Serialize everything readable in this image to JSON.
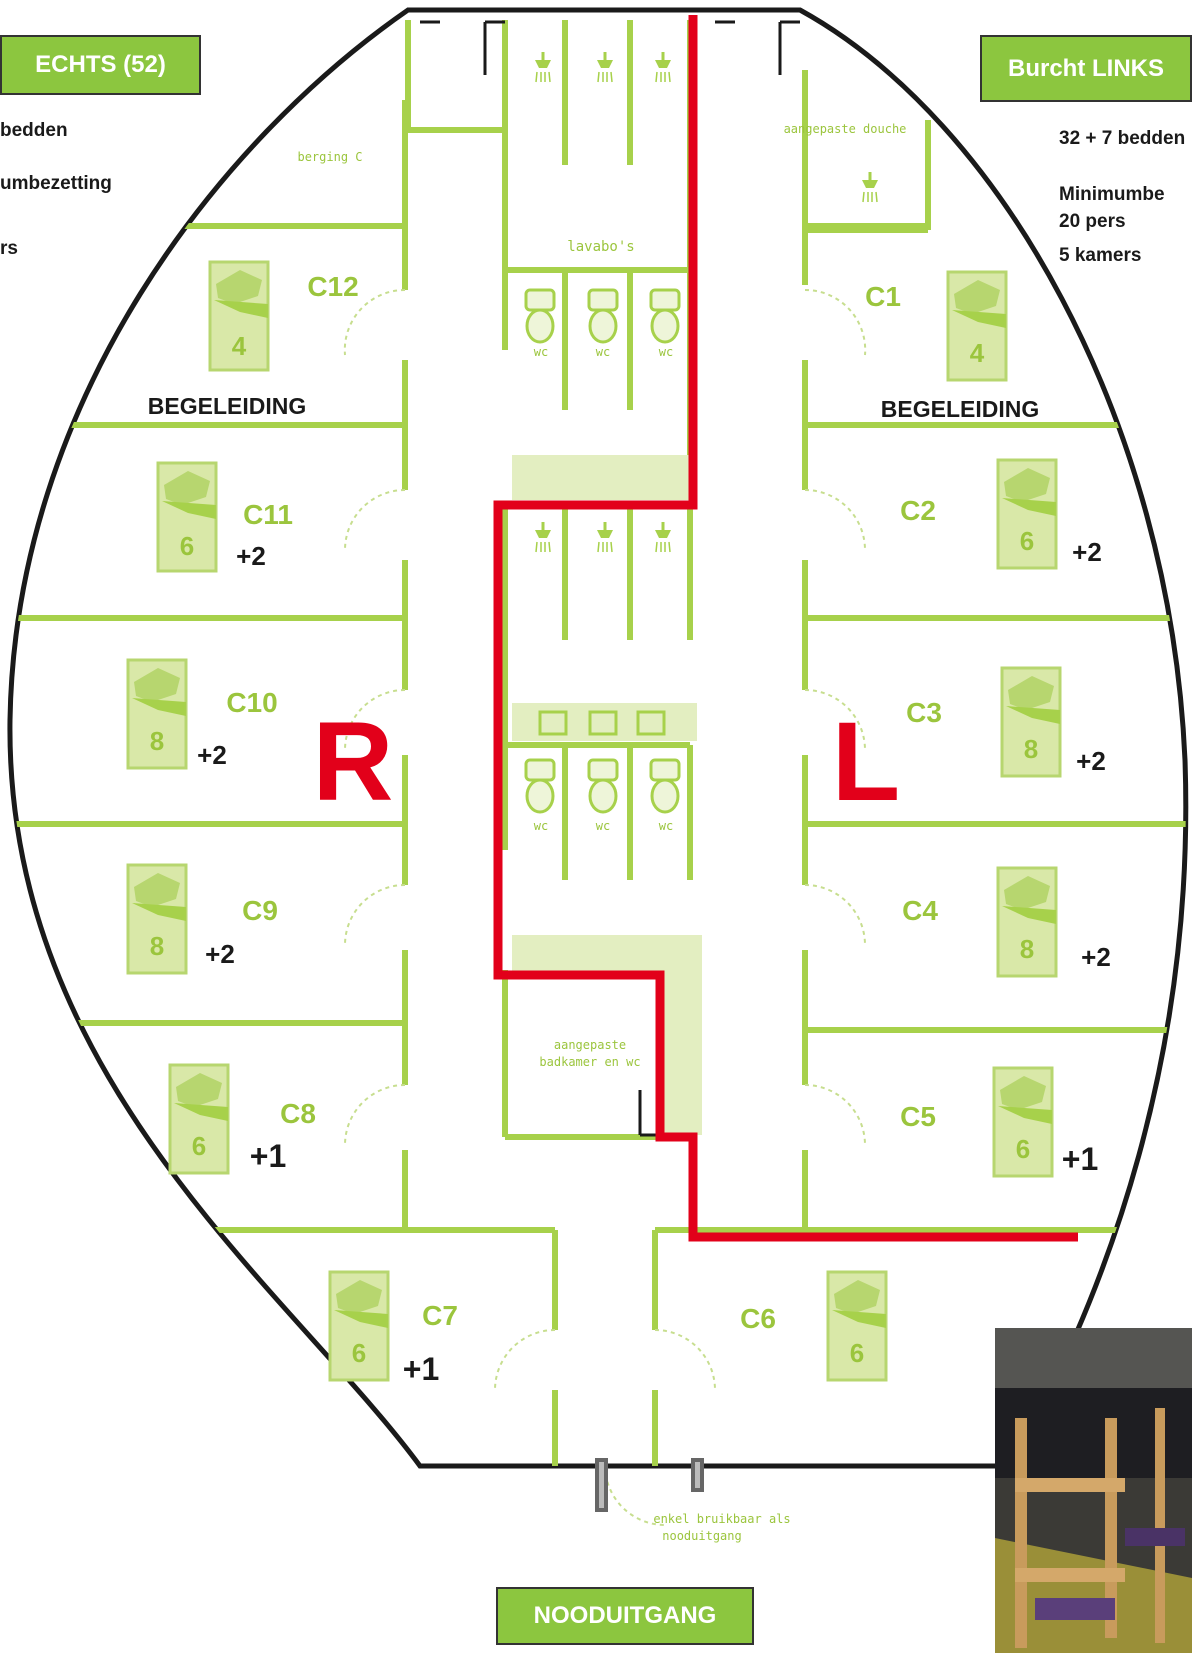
{
  "title_left_box": "ECHTS (52)",
  "title_right_box": "Burcht LINKS",
  "emergency_box": "NOODUITGANG",
  "left_info": [
    "bedden",
    "umbezetting",
    "rs"
  ],
  "right_info": [
    "32 + 7 bedden",
    "Minimumbe",
    "20 pers",
    "5 kamers"
  ],
  "side_letters": {
    "right_wing": "R",
    "left_wing": "L"
  },
  "facility_labels": {
    "storage": "berging C",
    "adapted_shower": "aangepaste douche",
    "sinks": "lavabo's",
    "wc": "wc",
    "adapted_bathroom_line1": "aangepaste",
    "adapted_bathroom_line2": "badkamer en wc",
    "emergency_note_line1": "enkel bruikbaar als",
    "emergency_note_line2": "nooduitgang"
  },
  "supervision_label": "BEGELEIDING",
  "rooms": [
    {
      "id": "C12",
      "beds": "4",
      "extra": ""
    },
    {
      "id": "C11",
      "beds": "6",
      "extra": "+2"
    },
    {
      "id": "C10",
      "beds": "8",
      "extra": "+2"
    },
    {
      "id": "C9",
      "beds": "8",
      "extra": "+2"
    },
    {
      "id": "C8",
      "beds": "6",
      "extra": "+1"
    },
    {
      "id": "C7",
      "beds": "6",
      "extra": "+1"
    },
    {
      "id": "C1",
      "beds": "4",
      "extra": ""
    },
    {
      "id": "C2",
      "beds": "6",
      "extra": "+2"
    },
    {
      "id": "C3",
      "beds": "8",
      "extra": "+2"
    },
    {
      "id": "C4",
      "beds": "8",
      "extra": "+2"
    },
    {
      "id": "C5",
      "beds": "6",
      "extra": "+1"
    },
    {
      "id": "C6",
      "beds": "6",
      "extra": ""
    }
  ],
  "colors": {
    "wall_green": "#a7d14b",
    "fill_green": "#e3eec1",
    "divider_red": "#e2001a",
    "outline": "#1a1a1a",
    "label_green": "#9bc53d"
  }
}
